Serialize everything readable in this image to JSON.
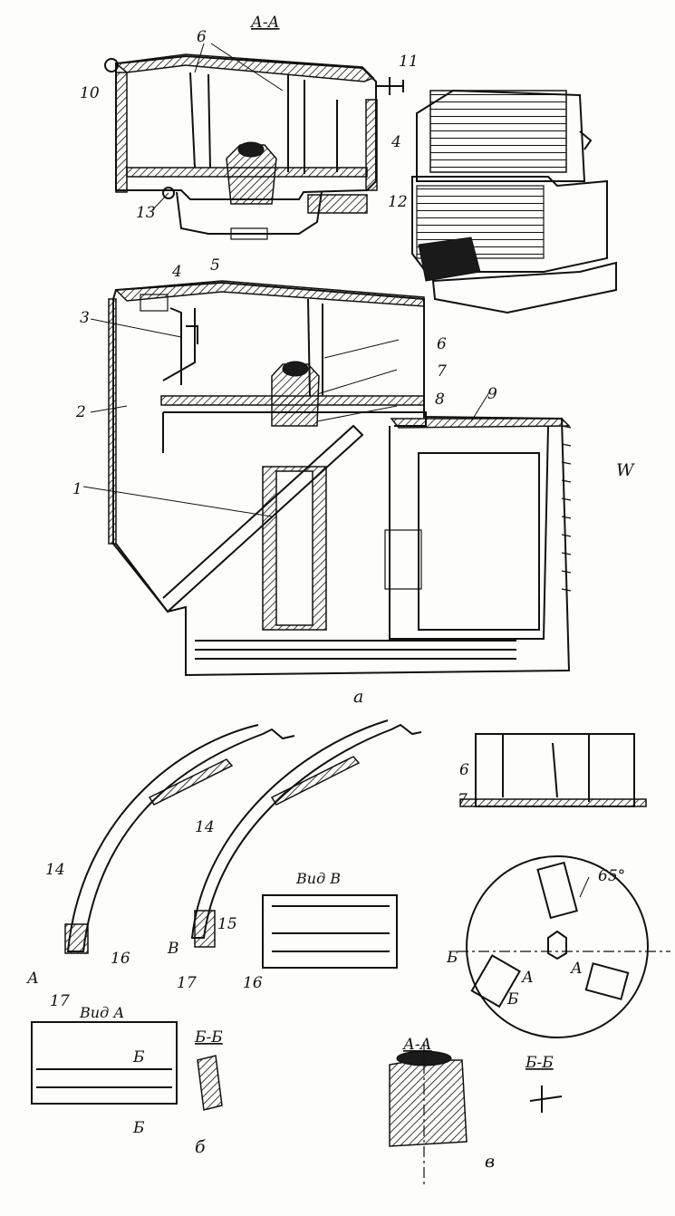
{
  "sections": {
    "aa_top": "А-А",
    "aa_bottom": "А-А",
    "bb_mid": "Б-Б",
    "bb_right": "Б-Б"
  },
  "views": {
    "vid_v": "Вид В",
    "vid_a": "Вид А"
  },
  "figure_labels": {
    "a": "а",
    "b": "б",
    "v": "в"
  },
  "angle": "65°",
  "margin_mark": "W",
  "callouts": {
    "c1": "1",
    "c2": "2",
    "c3": "3",
    "c4a": "4",
    "c4b": "4",
    "c5": "5",
    "c6a": "6",
    "c6b": "6",
    "c6c": "6",
    "c7a": "7",
    "c7b": "7",
    "c8": "8",
    "c9": "9",
    "c10": "10",
    "c11": "11",
    "c12": "12",
    "c13": "13",
    "c14a": "14",
    "c14b": "14",
    "c15": "15",
    "c16a": "16",
    "c16b": "16",
    "c17a": "17",
    "c17b": "17"
  },
  "arrow_letters": {
    "a_left": "А",
    "v_left": "В",
    "b_left": "Б",
    "a_disc1": "А",
    "b_disc": "Б",
    "a_disc2": "А",
    "b_view_top": "Б",
    "b_view_bottom": "Б"
  }
}
